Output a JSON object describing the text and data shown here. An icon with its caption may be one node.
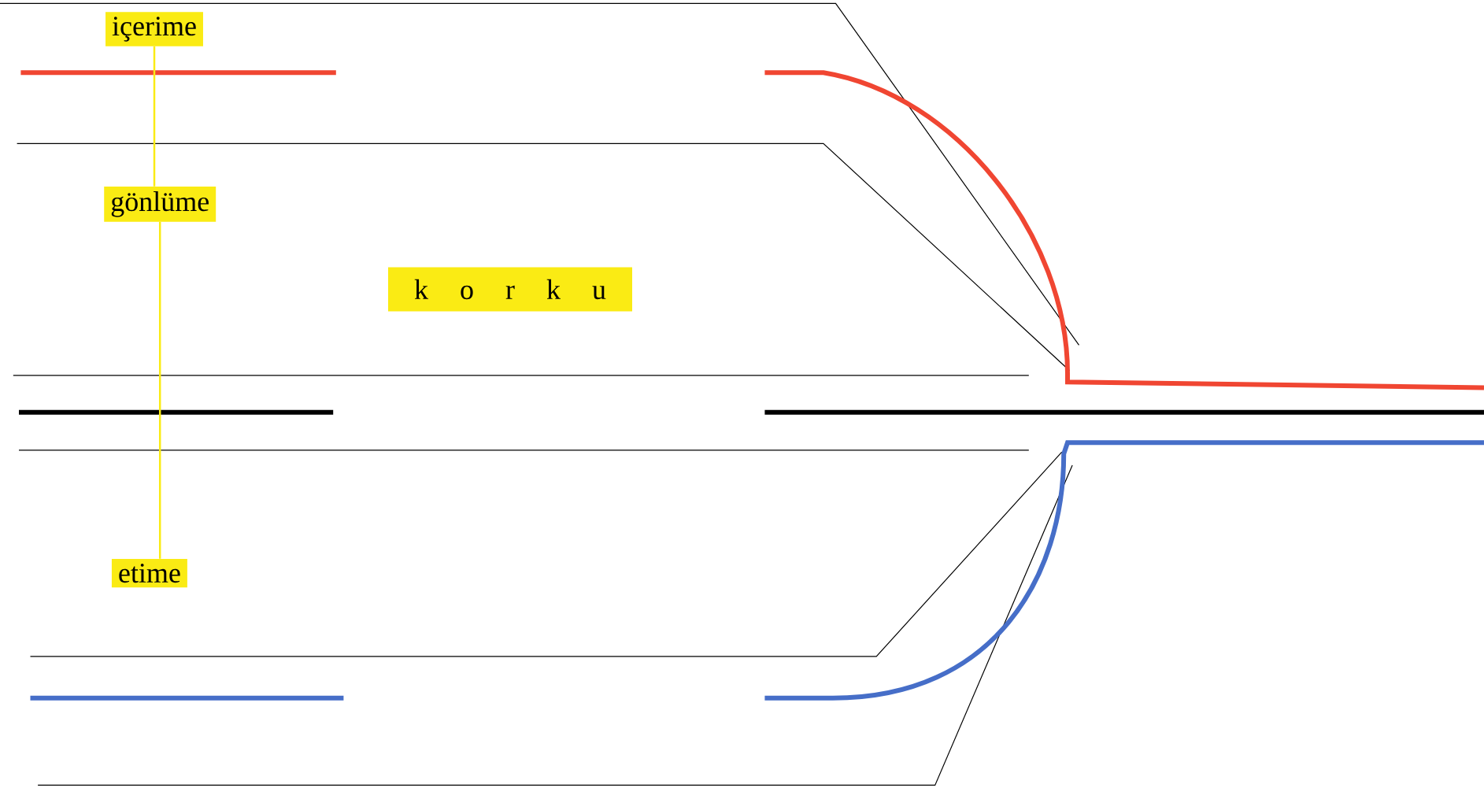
{
  "diagram": {
    "nodes": [
      {
        "text": [
          "içerime"
        ]
      },
      {
        "text": [
          "gönlüme"
        ]
      },
      {
        "text": [
          "etime"
        ]
      },
      {
        "text": [
          "k o r k u"
        ]
      }
    ],
    "edges": [
      {
        "from": 0,
        "to": 1,
        "arrow": "none"
      },
      {
        "from": 1,
        "to": 2,
        "arrow": "none"
      }
    ]
  }
}
